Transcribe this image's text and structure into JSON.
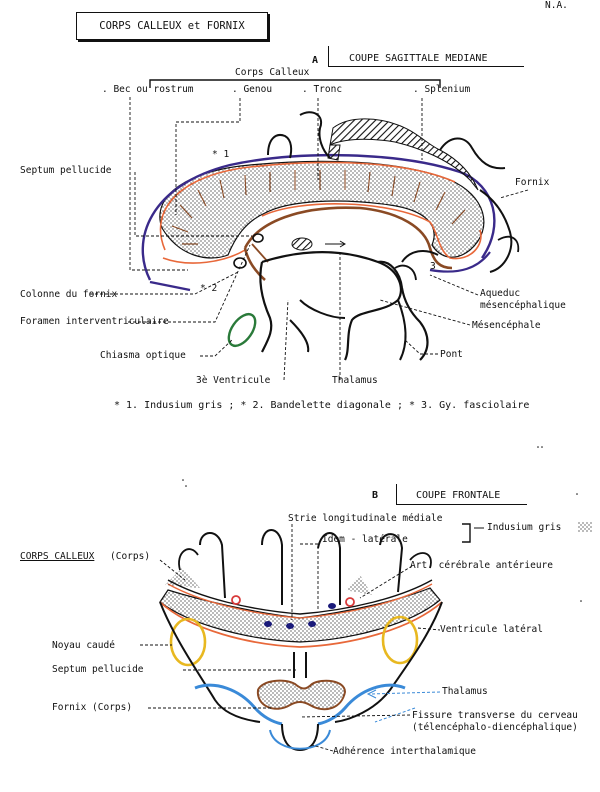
{
  "corner": "N.A.",
  "title": "CORPS CALLEUX et FORNIX",
  "section_a": {
    "letter": "A",
    "title": "COUPE SAGITTALE MEDIANE",
    "group_label": "Corps   Calleux",
    "parts": [
      ". Bec ou rostrum",
      ". Genou",
      ". Tronc",
      ". Splenium"
    ],
    "labels": {
      "septum": "Septum pellucide",
      "fornix": "Fornix",
      "colonne": "Colonne du fornix",
      "foramen": "Foramen interventriculaire",
      "chiasma": "Chiasma optique",
      "ventricule3": "3è Ventricule",
      "thalamus": "Thalamus",
      "aqueduc1": "Aqueduc",
      "aqueduc2": "mésencéphalique",
      "mesencephale": "Mésencéphale",
      "pont": "Pont",
      "mark1": "* 1",
      "mark2": "* 2",
      "mark3": "3"
    },
    "footnote": "* 1. Indusium gris ;  * 2. Bandelette diagonale ;  * 3. Gy. fasciolaire"
  },
  "section_b": {
    "letter": "B",
    "title": "COUPE FRONTALE",
    "labels": {
      "strie1": "Strie longitudinale médiale",
      "strie2": "Idem  -  latérale",
      "indusium": "Indusium gris",
      "corps_calleux": "CORPS CALLEUX",
      "corps_suffix": "(Corps)",
      "art_cerebrale": "Art. cérébrale antérieure",
      "ventricule_lateral": "Ventricule latéral",
      "noyau_caude": "Noyau  caudé",
      "septum": "Septum pellucide",
      "thalamus": "Thalamus",
      "fornix_corps": "Fornix   (Corps)",
      "fissure1": "Fissure transverse du cerveau",
      "fissure2": "(télencéphalo-diencéphalique)",
      "adherence": "Adhérence interthalamique"
    }
  },
  "colors": {
    "ink": "#111111",
    "purple": "#3a2a8a",
    "orange": "#e8683a",
    "brown": "#8a4a24",
    "green": "#2a7a3a",
    "yellow": "#e8b820",
    "blue": "#3a8ad8",
    "red": "#d83a3a",
    "navy": "#1a1a7a"
  }
}
